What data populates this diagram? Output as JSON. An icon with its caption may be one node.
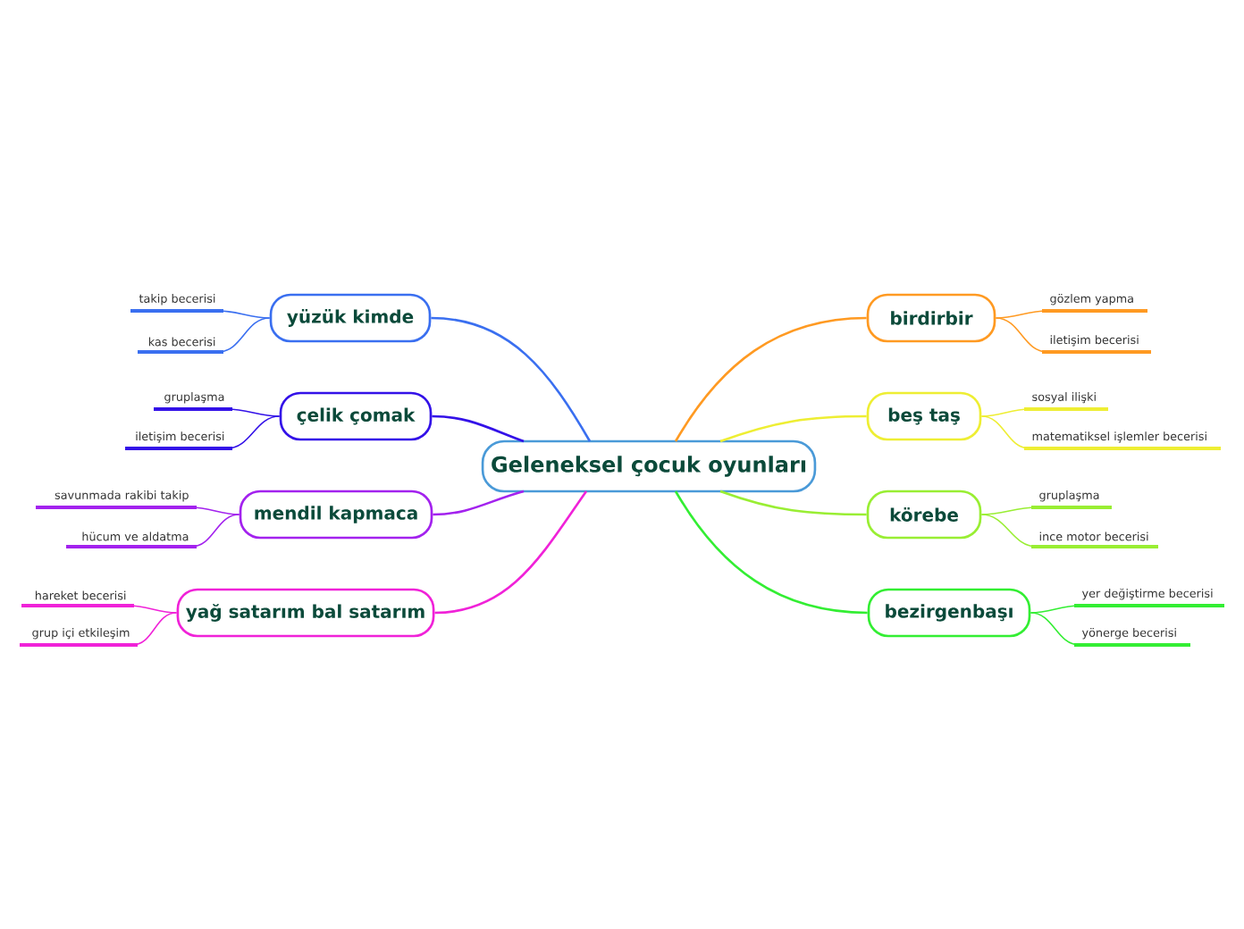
{
  "diagram": {
    "nodes": [
      {
        "text": [
          "Geleneksel çocuk oyunları"
        ]
      },
      {
        "text": [
          "yüzük kimde"
        ]
      },
      {
        "text": [
          "takip becerisi"
        ]
      },
      {
        "text": [
          "kas becerisi"
        ]
      },
      {
        "text": [
          "çelik çomak"
        ]
      },
      {
        "text": [
          "gruplaşma"
        ]
      },
      {
        "text": [
          "iletişim becerisi"
        ]
      },
      {
        "text": [
          "mendil kapmaca"
        ]
      },
      {
        "text": [
          "savunmada rakibi takip"
        ]
      },
      {
        "text": [
          "hücum ve aldatma"
        ]
      },
      {
        "text": [
          "yağ satarım bal satarım"
        ]
      },
      {
        "text": [
          "hareket becerisi"
        ]
      },
      {
        "text": [
          "grup içi etkileşim"
        ]
      },
      {
        "text": [
          "birdirbir"
        ]
      },
      {
        "text": [
          "gözlem yapma"
        ]
      },
      {
        "text": [
          "iletişim becerisi"
        ]
      },
      {
        "text": [
          "beş taş"
        ]
      },
      {
        "text": [
          "sosyal ilişki"
        ]
      },
      {
        "text": [
          "matematiksel işlemler becerisi"
        ]
      },
      {
        "text": [
          "körebe"
        ]
      },
      {
        "text": [
          "gruplaşma"
        ]
      },
      {
        "text": [
          "ince motor becerisi"
        ]
      },
      {
        "text": [
          "bezirgenbaşı"
        ]
      },
      {
        "text": [
          "yer değiştirme becerisi"
        ]
      },
      {
        "text": [
          "yönerge becerisi"
        ]
      }
    ],
    "edges": [
      {
        "from": 0,
        "to": 1,
        "arrow": "none",
        "color": "#3a6ff0"
      },
      {
        "from": 1,
        "to": 2,
        "arrow": "none",
        "color": "#3a6ff0"
      },
      {
        "from": 1,
        "to": 3,
        "arrow": "none",
        "color": "#3a6ff0"
      },
      {
        "from": 0,
        "to": 4,
        "arrow": "none",
        "color": "#3311e8"
      },
      {
        "from": 4,
        "to": 5,
        "arrow": "none",
        "color": "#3311e8"
      },
      {
        "from": 4,
        "to": 6,
        "arrow": "none",
        "color": "#3311e8"
      },
      {
        "from": 0,
        "to": 7,
        "arrow": "none",
        "color": "#a322ee"
      },
      {
        "from": 7,
        "to": 8,
        "arrow": "none",
        "color": "#a322ee"
      },
      {
        "from": 7,
        "to": 9,
        "arrow": "none",
        "color": "#a322ee"
      },
      {
        "from": 0,
        "to": 10,
        "arrow": "none",
        "color": "#f022d8"
      },
      {
        "from": 10,
        "to": 11,
        "arrow": "none",
        "color": "#f022d8"
      },
      {
        "from": 10,
        "to": 12,
        "arrow": "none",
        "color": "#f022d8"
      },
      {
        "from": 0,
        "to": 13,
        "arrow": "none",
        "color": "#ff9a22"
      },
      {
        "from": 13,
        "to": 14,
        "arrow": "none",
        "color": "#ff9a22"
      },
      {
        "from": 13,
        "to": 15,
        "arrow": "none",
        "color": "#ff9a22"
      },
      {
        "from": 0,
        "to": 16,
        "arrow": "none",
        "color": "#eeee33"
      },
      {
        "from": 16,
        "to": 17,
        "arrow": "none",
        "color": "#eeee33"
      },
      {
        "from": 16,
        "to": 18,
        "arrow": "none",
        "color": "#eeee33"
      },
      {
        "from": 0,
        "to": 19,
        "arrow": "none",
        "color": "#99ee33"
      },
      {
        "from": 19,
        "to": 20,
        "arrow": "none",
        "color": "#99ee33"
      },
      {
        "from": 19,
        "to": 21,
        "arrow": "none",
        "color": "#99ee33"
      },
      {
        "from": 0,
        "to": 22,
        "arrow": "none",
        "color": "#33ee33"
      },
      {
        "from": 22,
        "to": 23,
        "arrow": "none",
        "color": "#33ee33"
      },
      {
        "from": 22,
        "to": 24,
        "arrow": "none",
        "color": "#33ee33"
      }
    ]
  }
}
